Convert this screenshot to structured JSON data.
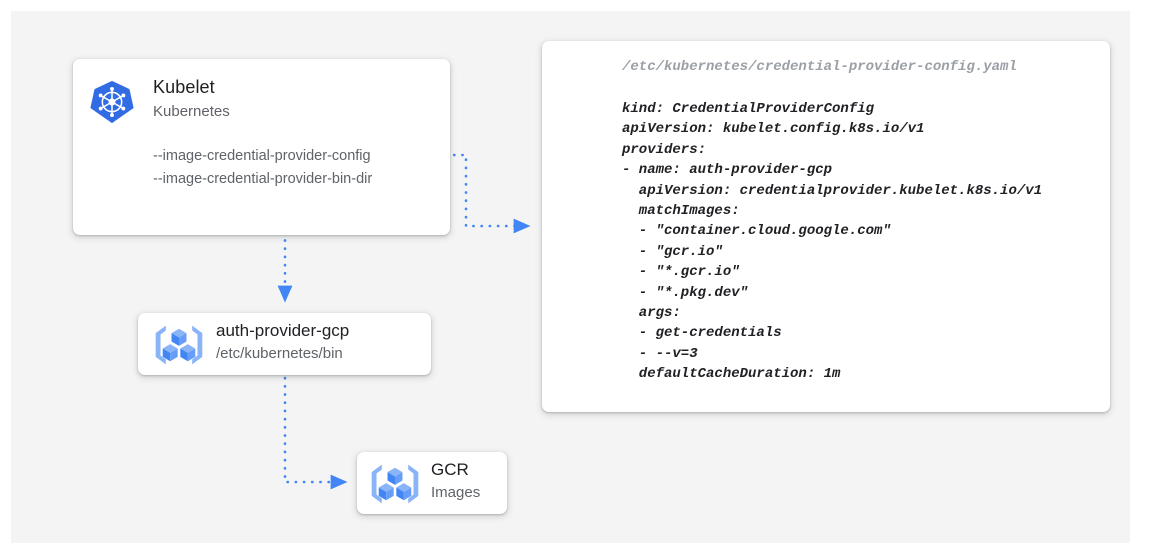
{
  "canvas": {
    "background_color": "#f4f4f4",
    "page_background_color": "#ffffff"
  },
  "accent_colors": {
    "kubernetes_blue": "#326ce5",
    "connector_blue": "#4285f4",
    "gcp_icon_light": "#8ab4f8",
    "gcp_icon_dark": "#4285f4",
    "text_primary": "#202124",
    "text_secondary": "#5f6368",
    "text_muted": "#9aa0a6"
  },
  "nodes": {
    "kubelet": {
      "title": "Kubelet",
      "subtitle": "Kubernetes",
      "icon": "kubernetes-logo-icon",
      "flags": [
        "--image-credential-provider-config",
        "--image-credential-provider-bin-dir"
      ]
    },
    "auth_provider": {
      "title": "auth-provider-gcp",
      "subtitle": "/etc/kubernetes/bin",
      "icon": "gcp-container-registry-icon"
    },
    "gcr": {
      "title": "GCR",
      "subtitle": "Images",
      "icon": "gcp-container-registry-icon"
    }
  },
  "yaml_card": {
    "path": "/etc/kubernetes/credential-provider-config.yaml",
    "content": "kind: CredentialProviderConfig\napiVersion: kubelet.config.k8s.io/v1\nproviders:\n- name: auth-provider-gcp\n  apiVersion: credentialprovider.kubelet.k8s.io/v1\n  matchImages:\n  - \"container.cloud.google.com\"\n  - \"gcr.io\"\n  - \"*.gcr.io\"\n  - \"*.pkg.dev\"\n  args:\n  - get-credentials\n  - --v=3\n  defaultCacheDuration: 1m"
  },
  "connectors": [
    {
      "name": "kubelet-config-to-yaml",
      "from": "kubelet flag --image-credential-provider-config",
      "to": "yaml-card",
      "style": "dotted-arrow"
    },
    {
      "name": "kubelet-to-auth-provider",
      "from": "kubelet",
      "to": "auth-provider-gcp",
      "style": "dotted-arrow"
    },
    {
      "name": "auth-provider-to-gcr",
      "from": "auth-provider-gcp",
      "to": "gcr",
      "style": "dotted-arrow"
    }
  ]
}
